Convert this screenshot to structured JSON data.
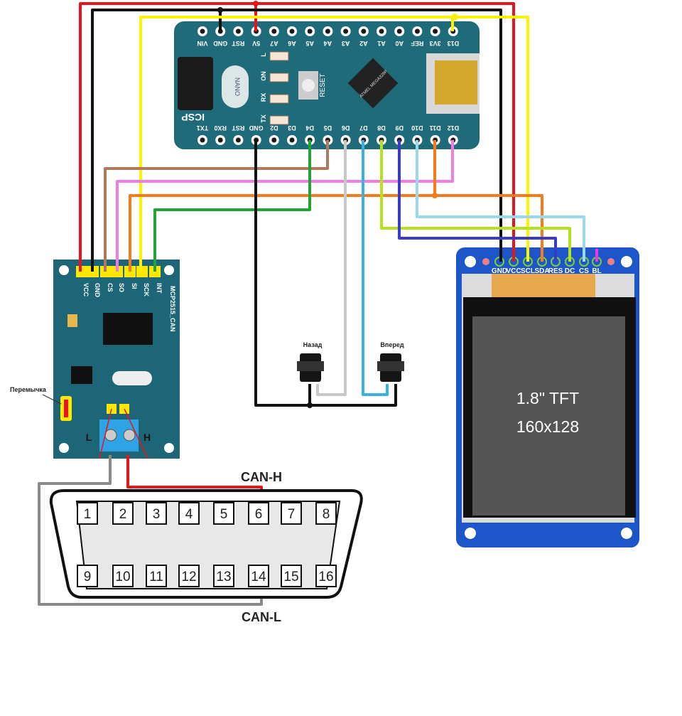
{
  "arduino": {
    "top_pins": [
      "VIN",
      "GND",
      "RST",
      "5V",
      "A7",
      "A6",
      "A5",
      "A4",
      "A3",
      "A2",
      "A1",
      "A0",
      "REF",
      "3V3",
      "D13"
    ],
    "bottom_pins": [
      "TX1",
      "RX0",
      "RST",
      "GND",
      "D2",
      "D3",
      "D4",
      "D5",
      "D6",
      "D7",
      "D8",
      "D9",
      "D10",
      "D11",
      "D12"
    ],
    "leds": [
      "L",
      "ON",
      "RX",
      "TX"
    ],
    "board_name": "NANO",
    "reset_label": "RESET",
    "icsp_label": "ICSP",
    "chip_text": "ATMEL MEGA328P"
  },
  "mcp2515": {
    "title": "MCP2515_CAN",
    "pins": [
      "VCC",
      "GND",
      "CS",
      "SO",
      "SI",
      "SCK",
      "INT"
    ],
    "terminal_l": "L",
    "terminal_h": "H",
    "jumper_label": "Перемычка"
  },
  "buttons": {
    "back": "Назад",
    "forward": "Вперед"
  },
  "tft": {
    "pins": [
      "GND",
      "VCC",
      "SCL",
      "SDA",
      "RES",
      "DC",
      "CS",
      "BL"
    ],
    "line1": "1.8\" TFT",
    "line2": "160x128"
  },
  "obd": {
    "top_pins": [
      "1",
      "2",
      "3",
      "4",
      "5",
      "6",
      "7",
      "8"
    ],
    "bottom_pins": [
      "9",
      "10",
      "11",
      "12",
      "13",
      "14",
      "15",
      "16"
    ],
    "can_h": "CAN-H",
    "can_l": "CAN-L"
  },
  "colors": {
    "board_teal": "#1f6b7a",
    "tft_blue": "#1c56c8",
    "red": "#e8141c",
    "black": "#111111",
    "yellow": "#fff200"
  }
}
